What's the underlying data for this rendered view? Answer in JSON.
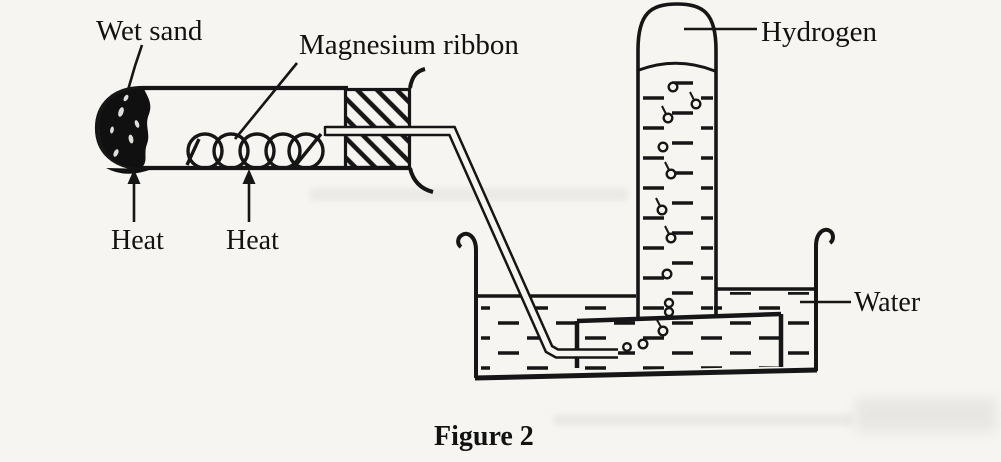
{
  "page": {
    "background_color": "#f6f5f1",
    "ink_color": "#121212"
  },
  "figure": {
    "caption": "Figure 2",
    "labels": {
      "wet_sand": "Wet sand",
      "magnesium_ribbon": "Magnesium ribbon",
      "hydrogen": "Hydrogen",
      "heat_left": "Heat",
      "heat_right": "Heat",
      "water": "Water"
    }
  }
}
